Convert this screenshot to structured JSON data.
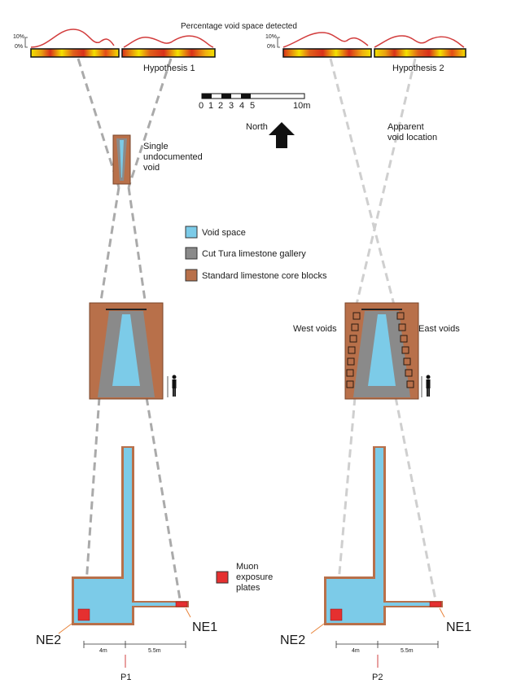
{
  "title": "Percentage void space detected",
  "axis": {
    "high": "10%",
    "low": "0%"
  },
  "hypotheses": {
    "h1": "Hypothesis 1",
    "h2": "Hypothesis 2"
  },
  "scale": {
    "ticks": [
      "0",
      "1",
      "2",
      "3",
      "4",
      "5"
    ],
    "end": "10m"
  },
  "north": "North",
  "annotations": {
    "single_void": "Single undocumented void",
    "apparent_void": "Apparent void location",
    "west_voids": "West voids",
    "east_voids": "East voids",
    "muon_plates": "Muon exposure plates"
  },
  "legend": [
    {
      "label": "Void space",
      "color": "#7ccbe8"
    },
    {
      "label": "Cut Tura limestone gallery",
      "color": "#8a8a8a"
    },
    {
      "label": "Standard limestone core blocks",
      "color": "#b8704a"
    }
  ],
  "plates": {
    "ne2_left": "NE2",
    "ne1_left": "NE1",
    "ne2_right": "NE2",
    "ne1_right": "NE1"
  },
  "dims": {
    "a": "4m",
    "b": "5.5m",
    "c": "4m",
    "d": "5.5m"
  },
  "positions": {
    "p1": "P1",
    "p2": "P2"
  },
  "colors": {
    "void": "#7ccbe8",
    "gallery": "#8a8a8a",
    "core": "#b8704a",
    "plate": "#e53030",
    "curve": "#d23c3c",
    "bar_yellow": "#f3e200",
    "bar_red": "#d9301b"
  }
}
